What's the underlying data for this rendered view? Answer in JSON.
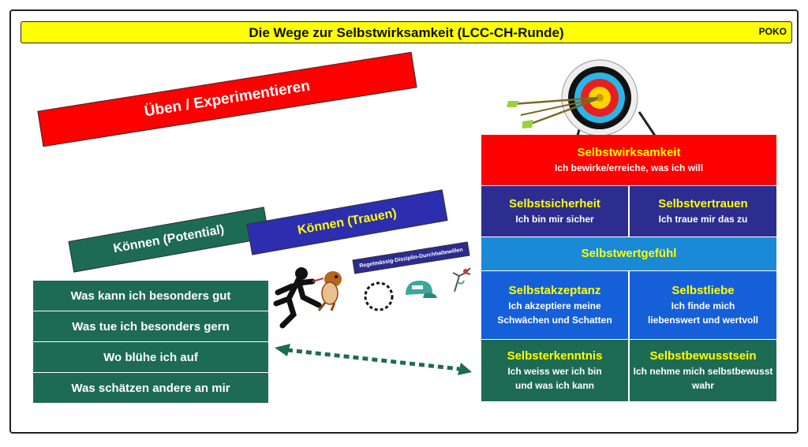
{
  "header": {
    "title": "Die Wege zur Selbstwirksamkeit (LCC-CH-Runde)",
    "badge": "POKO"
  },
  "banners": {
    "ueben": "Üben / Experimentieren",
    "potential": "Können (Potential)",
    "trauen": "Können (Trauen)",
    "disziplin": "Regelmässig-Disziplin-Durchhaltewillen"
  },
  "questions": [
    "Was kann ich besonders gut",
    "Was tue ich besonders gern",
    "Wo blühe ich auf",
    "Was schätzen andere an mir"
  ],
  "pyramid": {
    "top": {
      "title": "Selbstwirksamkeit",
      "sub": "Ich bewirke/erreiche, was ich will"
    },
    "sicherheit": {
      "title": "Selbstsicherheit",
      "sub": "Ich bin mir sicher"
    },
    "vertrauen": {
      "title": "Selbstvertrauen",
      "sub": "Ich traue mir das zu"
    },
    "wertgefuehl": {
      "title": "Selbstwertgefühl"
    },
    "akzeptanz": {
      "title": "Selbstakzeptanz",
      "sub1": "Ich akzeptiere meine",
      "sub2": "Schwächen und Schatten"
    },
    "liebe": {
      "title": "Selbstliebe",
      "sub1": "Ich finde mich",
      "sub2": "liebenswert und wertvoll"
    },
    "erkenntnis": {
      "title": "Selbsterkenntnis",
      "sub1": "Ich weiss wer ich bin",
      "sub2": "und was ich kann"
    },
    "bewusstsein": {
      "title": "Selbstbewusstsein",
      "sub1": "Ich nehme mich selbstbewusst",
      "sub2": "wahr"
    }
  },
  "colors": {
    "red": "#ff0000",
    "green": "#1e6b54",
    "navy": "#2d2d8f",
    "lightblue": "#1a8ad6",
    "blue": "#1560d8",
    "yellow": "#ffff00"
  },
  "icons": [
    "target-icon",
    "runner-icon",
    "dog-icon",
    "ring-icon",
    "cap-icon",
    "bird-icon",
    "double-arrow-icon"
  ]
}
